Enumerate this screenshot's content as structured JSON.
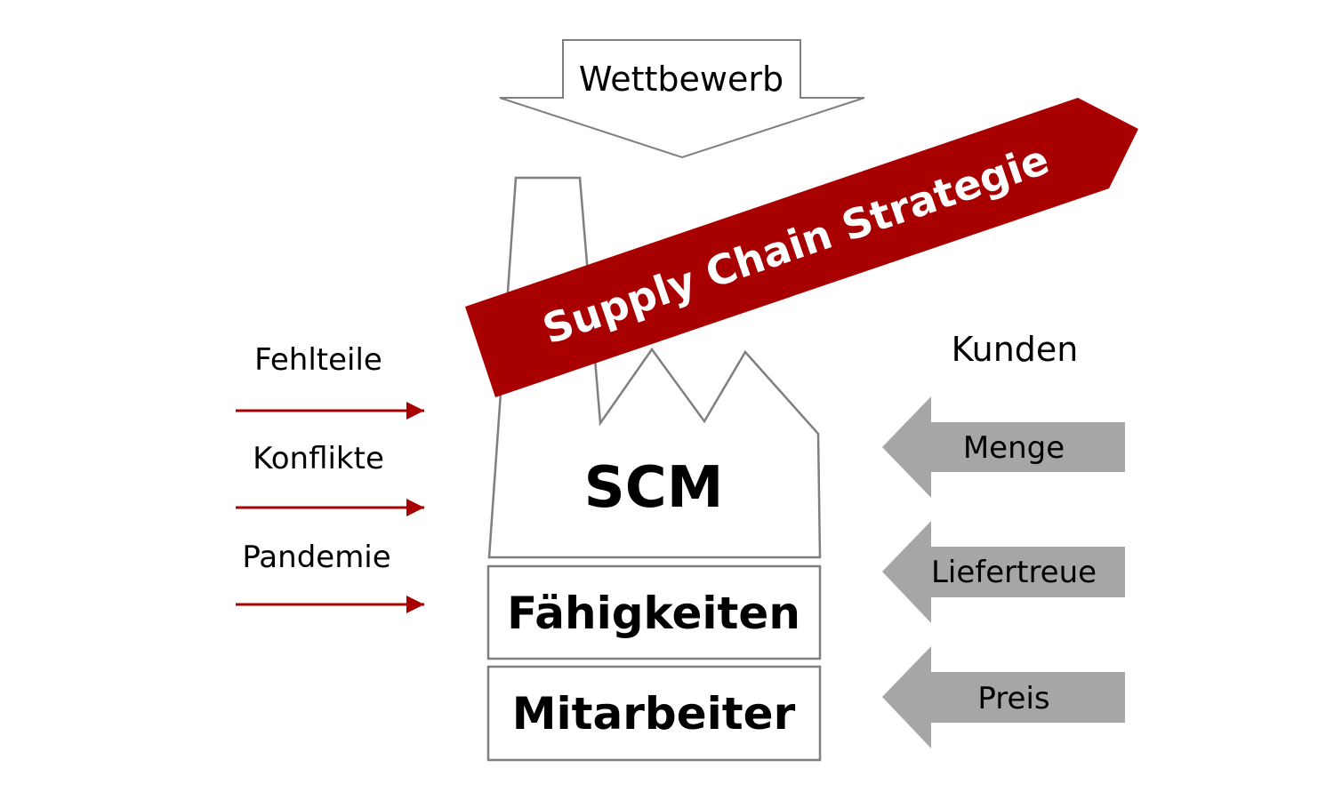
{
  "top": {
    "label": "Wettbewerb"
  },
  "banner": {
    "label": "Supply Chain Strategie",
    "color": "#a80000"
  },
  "factory": {
    "core": "SCM",
    "layers": [
      "Fähigkeiten",
      "Mitarbeiter"
    ],
    "outline_color": "#7f7f7f"
  },
  "left_factors": {
    "items": [
      "Fehlteile",
      "Konflikte",
      "Pandemie"
    ],
    "arrow_color": "#a80000"
  },
  "right_factors": {
    "heading": "Kunden",
    "items": [
      "Menge",
      "Liefertreue",
      "Preis"
    ],
    "arrow_color": "#a6a6a6"
  }
}
